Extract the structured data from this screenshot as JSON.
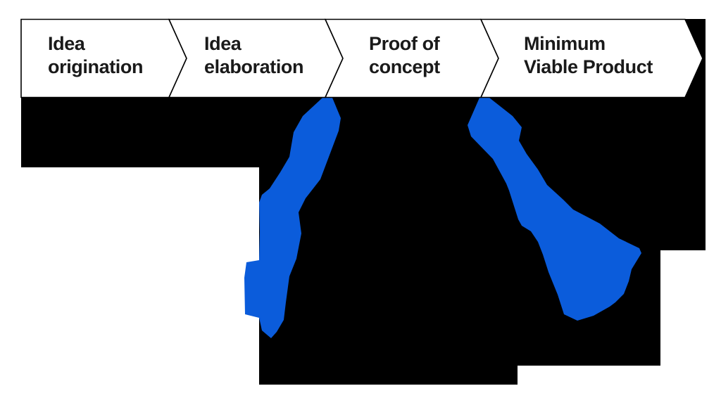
{
  "diagram": {
    "type": "chevron-process-with-annotation",
    "stages": [
      {
        "lines": [
          "Idea",
          "origination"
        ]
      },
      {
        "lines": [
          "Idea",
          "elaboration"
        ]
      },
      {
        "lines": [
          "Proof of",
          "concept"
        ]
      },
      {
        "lines": [
          "Minimum",
          "Viable Product"
        ]
      }
    ]
  },
  "colors": {
    "chevron_fill": "#ffffff",
    "chevron_outline": "#000000",
    "backdrop_black": "#000000",
    "marker_blue": "#0b5cdb",
    "label_text": "#1a1a1a",
    "page_background": "#ffffff"
  }
}
